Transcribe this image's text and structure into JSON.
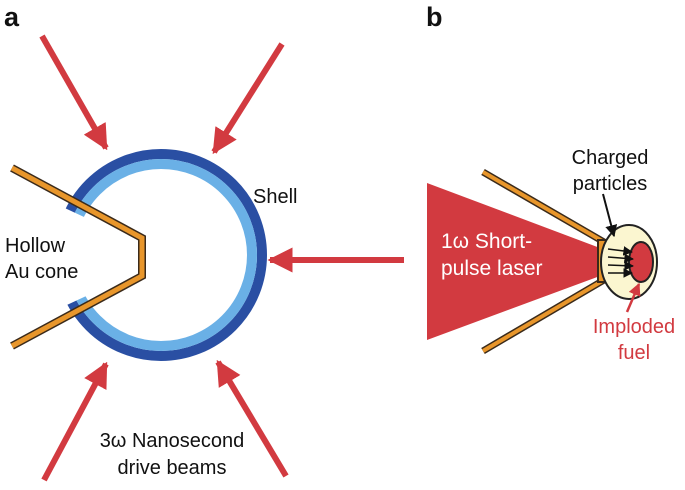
{
  "panel_a": {
    "letter": "a",
    "shell_label": "Shell",
    "cone_label_line1": "Hollow",
    "cone_label_line2": "Au cone",
    "beams_label_line1": "3ω Nanosecond",
    "beams_label_line2": "drive beams"
  },
  "panel_b": {
    "letter": "b",
    "laser_label_line1": "1ω Short-",
    "laser_label_line2": "pulse laser",
    "particles_label_line1": "Charged",
    "particles_label_line2": "particles",
    "fuel_label_line1": "Imploded",
    "fuel_label_line2": "fuel"
  },
  "colors": {
    "arrow_red": "#d23a40",
    "shell_outer": "#2a4fa3",
    "shell_inner": "#6ab0e6",
    "cone_orange": "#e8962b",
    "fuel_halo": "#fbf6d0",
    "fuel_label": "#d23a40"
  }
}
